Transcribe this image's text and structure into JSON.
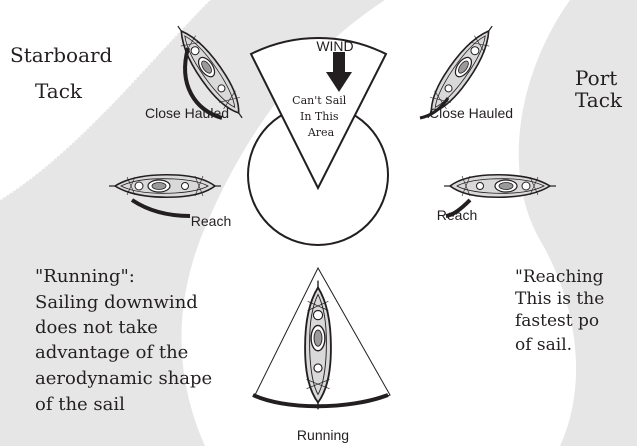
{
  "header_partial": "...",
  "wind": {
    "label": "WIND",
    "no_sail_zone": [
      "Can't Sail",
      "In This",
      "Area"
    ]
  },
  "tacks": {
    "starboard": [
      "Starboard",
      "Tack"
    ],
    "port": [
      "Port",
      "Tack"
    ]
  },
  "points_of_sail": {
    "close_hauled_left": "Close Hauled",
    "close_hauled_right": "Close Hauled",
    "reach_left": "Reach",
    "reach_right": "Reach",
    "running": "Running"
  },
  "notes": {
    "running": [
      "\"Running\":",
      "Sailing downwind",
      "does not take",
      "advantage of the",
      "aerodynamic shape",
      "of the sail"
    ],
    "reaching": [
      "\"Reaching",
      "This is the",
      "fastest po",
      "of sail."
    ]
  },
  "colors": {
    "swoosh": "#e3e3e3",
    "stroke": "#231f20",
    "kayak_fill": "#d9d9d9"
  }
}
